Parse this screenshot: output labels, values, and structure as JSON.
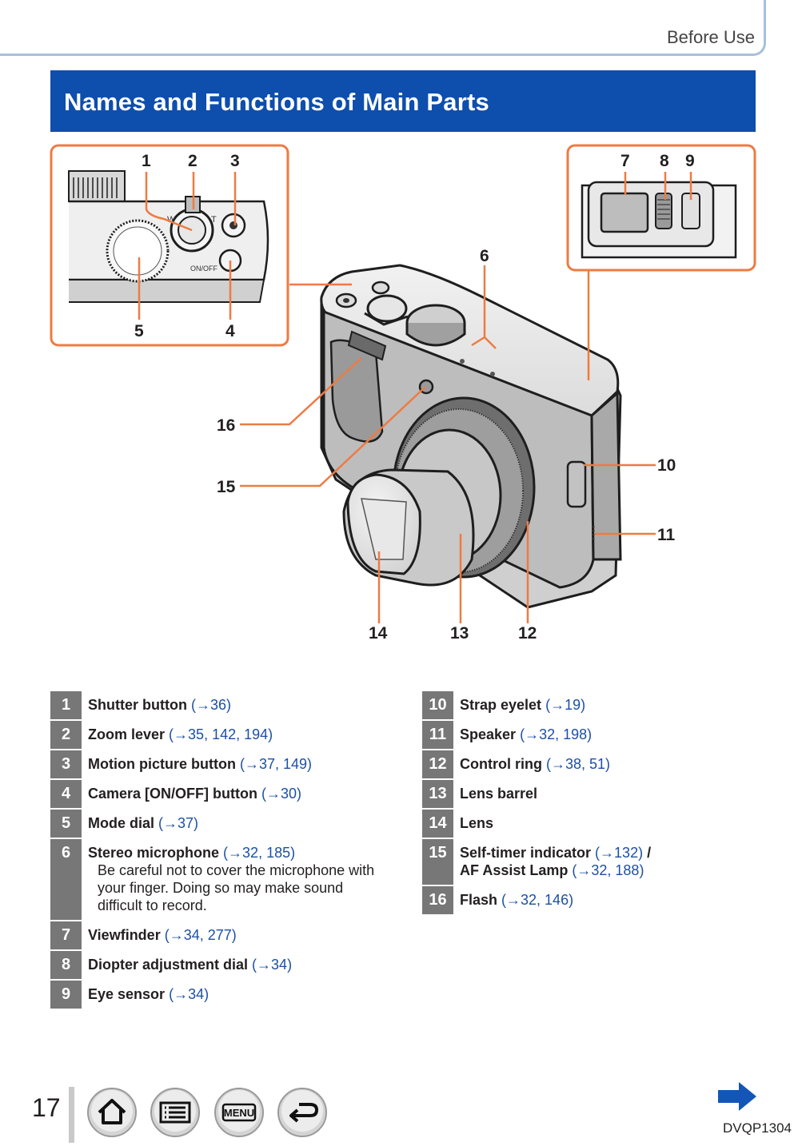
{
  "header": {
    "section": "Before Use",
    "title": "Names and Functions of Main Parts"
  },
  "diagram_labels": {
    "n1": "1",
    "n2": "2",
    "n3": "3",
    "n4": "4",
    "n5": "5",
    "n6": "6",
    "n7": "7",
    "n8": "8",
    "n9": "9",
    "n10": "10",
    "n11": "11",
    "n12": "12",
    "n13": "13",
    "n14": "14",
    "n15": "15",
    "n16": "16",
    "zoom_w": "W",
    "zoom_t": "T",
    "onoff": "ON/OFF"
  },
  "parts_left": [
    {
      "num": "1",
      "name": "Shutter button",
      "ref": "(→36)"
    },
    {
      "num": "2",
      "name": "Zoom lever",
      "ref": "(→35, 142, 194)"
    },
    {
      "num": "3",
      "name": "Motion picture button",
      "ref": "(→37, 149)"
    },
    {
      "num": "4",
      "name": "Camera [ON/OFF] button",
      "ref": "(→30)"
    },
    {
      "num": "5",
      "name": "Mode dial",
      "ref": "(→37)"
    },
    {
      "num": "6",
      "name": "Stereo microphone",
      "ref": "(→32, 185)",
      "note": "Be careful not to cover the microphone with your finger. Doing so may make sound difficult to record."
    },
    {
      "num": "7",
      "name": "Viewfinder",
      "ref": "(→34, 277)"
    },
    {
      "num": "8",
      "name": "Diopter adjustment dial",
      "ref": "(→34)"
    },
    {
      "num": "9",
      "name": "Eye sensor",
      "ref": "(→34)"
    }
  ],
  "parts_right": [
    {
      "num": "10",
      "name": "Strap eyelet",
      "ref": "(→19)"
    },
    {
      "num": "11",
      "name": "Speaker",
      "ref": "(→32, 198)"
    },
    {
      "num": "12",
      "name": "Control ring",
      "ref": "(→38, 51)"
    },
    {
      "num": "13",
      "name": "Lens barrel",
      "ref": ""
    },
    {
      "num": "14",
      "name": "Lens",
      "ref": ""
    },
    {
      "num": "15",
      "name": "Self-timer indicator",
      "ref": "(→132)",
      "sep": " /",
      "name2": "AF Assist Lamp",
      "ref2": "(→32, 188)"
    },
    {
      "num": "16",
      "name": "Flash",
      "ref": "(→32, 146)"
    }
  ],
  "footer": {
    "page_number": "17",
    "menu_label": "MENU",
    "doc_code": "DVQP1304"
  },
  "colors": {
    "title_bar": "#0e4ead",
    "leader_line": "#ee7b43",
    "number_cell": "#777777",
    "reference": "#1d4fa4"
  },
  "icons": [
    "home-icon",
    "contents-list-icon",
    "menu-icon",
    "back-icon",
    "next-page-arrow-icon"
  ]
}
